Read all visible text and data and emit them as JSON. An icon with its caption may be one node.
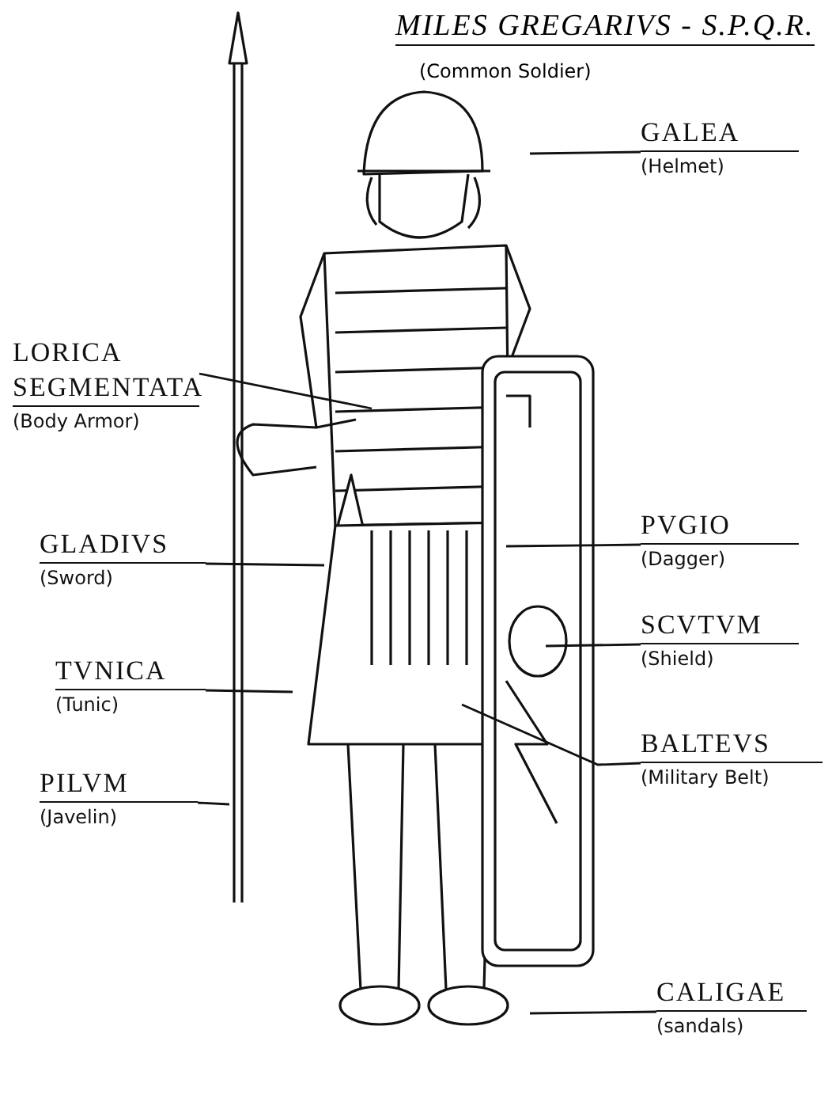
{
  "diagram": {
    "title": "MILES GREGARIVS - S.P.Q.R.",
    "nodes": [
      {
        "text": [
          "GALEA",
          "(Helmet)"
        ]
      },
      {
        "text": [
          "LORICA SEGMENTATA",
          "(Body Armor)"
        ]
      },
      {
        "text": [
          "GLADIVS",
          "(Sword)"
        ]
      },
      {
        "text": [
          "TVNICA",
          "(Tunic)"
        ]
      },
      {
        "text": [
          "PILVM",
          "(Javelin)"
        ]
      },
      {
        "text": [
          "PVGIO",
          "(Dagger)"
        ]
      },
      {
        "text": [
          "SCVTVM",
          "(Shield)"
        ]
      },
      {
        "text": [
          "BALTEVS",
          "(Military Belt)"
        ]
      },
      {
        "text": [
          "CALIGAE",
          "(sandals)"
        ]
      }
    ],
    "edges": [
      {
        "from": 0,
        "to": null,
        "arrow": "none"
      },
      {
        "from": 1,
        "to": null,
        "arrow": "none"
      },
      {
        "from": 2,
        "to": null,
        "arrow": "none"
      },
      {
        "from": 3,
        "to": null,
        "arrow": "none"
      },
      {
        "from": 4,
        "to": null,
        "arrow": "none"
      },
      {
        "from": 5,
        "to": null,
        "arrow": "none"
      },
      {
        "from": 6,
        "to": null,
        "arrow": "none"
      },
      {
        "from": 7,
        "to": null,
        "arrow": "none"
      },
      {
        "from": 8,
        "to": null,
        "arrow": "none"
      }
    ],
    "labels": [
      "(Common Soldier)"
    ]
  }
}
